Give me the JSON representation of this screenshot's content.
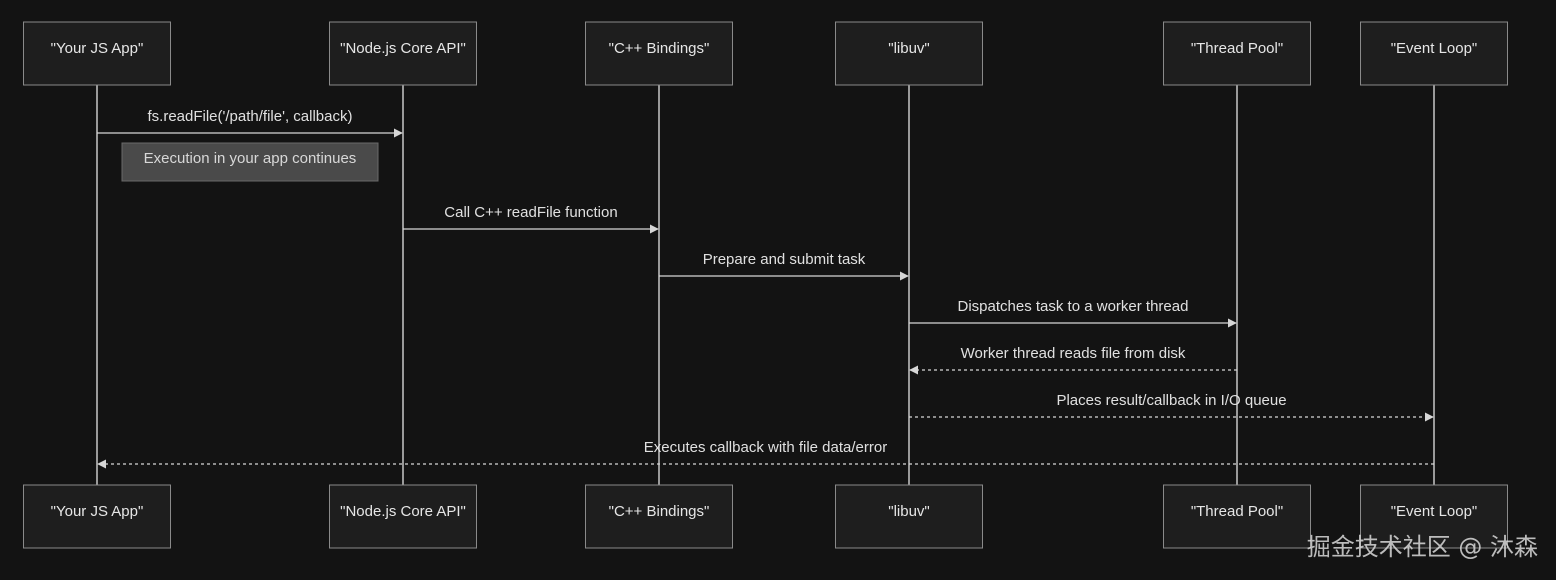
{
  "participants": [
    {
      "id": "app",
      "label": "\"Your JS App\""
    },
    {
      "id": "core",
      "label": "\"Node.js Core API\""
    },
    {
      "id": "cpp",
      "label": "\"C++ Bindings\""
    },
    {
      "id": "libuv",
      "label": "\"libuv\""
    },
    {
      "id": "pool",
      "label": "\"Thread Pool\""
    },
    {
      "id": "loop",
      "label": "\"Event Loop\""
    }
  ],
  "messages": [
    {
      "from": "app",
      "to": "core",
      "text": "fs.readFile('/path/file', callback)",
      "style": "solid"
    },
    {
      "from": "core",
      "to": "cpp",
      "text": "Call C++ readFile function",
      "style": "solid"
    },
    {
      "from": "cpp",
      "to": "libuv",
      "text": "Prepare and submit task",
      "style": "solid"
    },
    {
      "from": "libuv",
      "to": "pool",
      "text": "Dispatches task to a worker thread",
      "style": "solid"
    },
    {
      "from": "pool",
      "to": "libuv",
      "text": "Worker thread reads file from disk",
      "style": "dashed"
    },
    {
      "from": "libuv",
      "to": "loop",
      "text": "Places result/callback in I/O queue",
      "style": "dashed"
    },
    {
      "from": "loop",
      "to": "app",
      "text": "Executes callback with file data/error",
      "style": "dashed"
    }
  ],
  "note": {
    "text": "Execution in your app continues",
    "over": "app"
  },
  "watermark": "掘金技术社区 @ 沐森"
}
